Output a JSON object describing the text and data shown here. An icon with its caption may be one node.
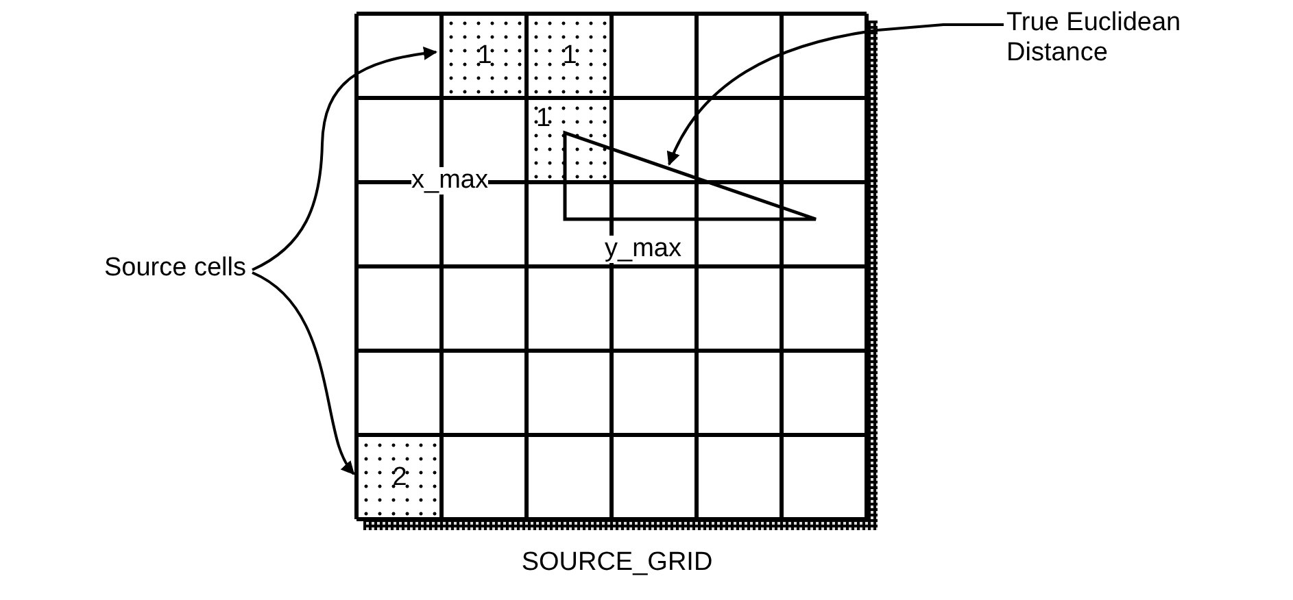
{
  "diagram": {
    "nodes": [
      {
        "text": [
          "SOURCE_GRID"
        ]
      },
      {
        "text": [
          "1"
        ],
        "in": 0
      },
      {
        "text": [
          "1"
        ],
        "in": 0
      },
      {
        "text": [
          "1"
        ],
        "in": 0
      },
      {
        "text": [
          "2"
        ],
        "in": 0
      },
      {
        "text": [],
        "shape": "triangle",
        "in": 0
      },
      {
        "text": [
          "Source cells"
        ]
      },
      {
        "text": [
          "True Euclidean Distance"
        ]
      }
    ],
    "edges": [
      {
        "from": 6,
        "to": 1,
        "arrow": "to"
      },
      {
        "from": 6,
        "to": 4,
        "arrow": "to"
      },
      {
        "from": 7,
        "to": 5,
        "arrow": "to"
      }
    ],
    "labels": [
      "x_max",
      "y_max"
    ]
  }
}
